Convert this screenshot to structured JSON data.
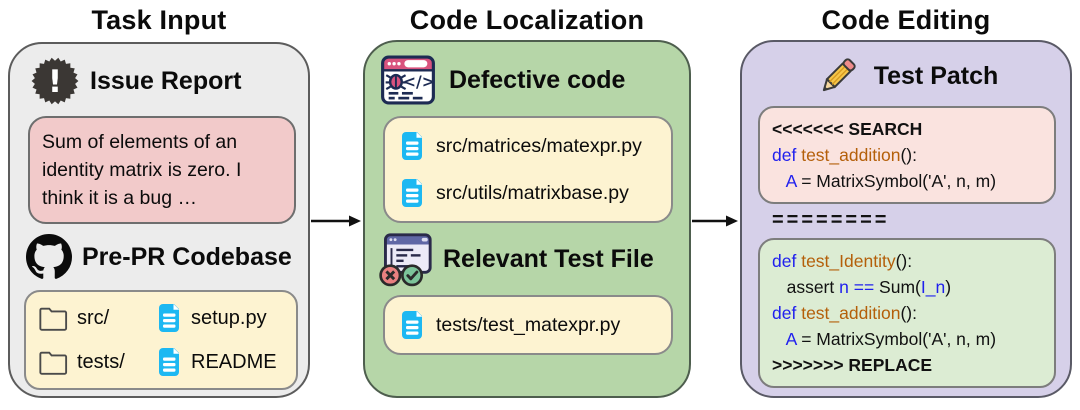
{
  "titles": {
    "col1": "Task Input",
    "col2": "Code Localization",
    "col3": "Code Editing"
  },
  "task_input": {
    "issue_heading": "Issue Report",
    "issue_text": "Sum of elements of an identity matrix is zero. I think it is a bug …",
    "codebase_heading": "Pre-PR Codebase",
    "codebase_items": [
      {
        "icon": "folder",
        "label": "src/"
      },
      {
        "icon": "file",
        "label": "setup.py"
      },
      {
        "icon": "folder",
        "label": "tests/"
      },
      {
        "icon": "file",
        "label": "README"
      }
    ]
  },
  "code_localization": {
    "defective_heading": "Defective code",
    "defective_files": [
      "src/matrices/matexpr.py",
      "src/utils/matrixbase.py"
    ],
    "test_heading": "Relevant Test File",
    "test_files": [
      "tests/test_matexpr.py"
    ]
  },
  "code_editing": {
    "patch_heading": "Test Patch",
    "separator": "========",
    "search_lines": [
      [
        {
          "c": "marker",
          "t": "<<<<<<< SEARCH"
        }
      ],
      [
        {
          "c": "kw",
          "t": "def"
        },
        {
          "c": "pl",
          "t": " "
        },
        {
          "c": "fn",
          "t": "test_addition"
        },
        {
          "c": "pl",
          "t": "():"
        }
      ],
      [
        {
          "c": "pl",
          "t": "   "
        },
        {
          "c": "kw",
          "t": "A"
        },
        {
          "c": "pl",
          "t": " = MatrixSymbol('A', n, m)"
        }
      ]
    ],
    "replace_lines": [
      [
        {
          "c": "kw",
          "t": "def"
        },
        {
          "c": "pl",
          "t": " "
        },
        {
          "c": "fn",
          "t": "test_Identity"
        },
        {
          "c": "pl",
          "t": "():"
        }
      ],
      [
        {
          "c": "pl",
          "t": "   assert "
        },
        {
          "c": "kw",
          "t": "n"
        },
        {
          "c": "pl",
          "t": " "
        },
        {
          "c": "kw",
          "t": "=="
        },
        {
          "c": "pl",
          "t": " Sum("
        },
        {
          "c": "kw",
          "t": "I_n"
        },
        {
          "c": "pl",
          "t": ")"
        }
      ],
      [
        {
          "c": "kw",
          "t": "def"
        },
        {
          "c": "pl",
          "t": " "
        },
        {
          "c": "fn",
          "t": "test_addition"
        },
        {
          "c": "pl",
          "t": "():"
        }
      ],
      [
        {
          "c": "pl",
          "t": "   "
        },
        {
          "c": "kw",
          "t": "A"
        },
        {
          "c": "pl",
          "t": " = MatrixSymbol('A', n, m)"
        }
      ],
      [
        {
          "c": "marker",
          "t": ">>>>>>> REPLACE"
        }
      ]
    ]
  },
  "colors": {
    "panel_task_bg": "#ececec",
    "panel_localization_bg": "#b6d6a8",
    "panel_editing_bg": "#d6d0e9",
    "issue_box_bg": "#f2caca",
    "yellow_box_bg": "#fdf3d1",
    "search_box_bg": "#fae3df",
    "replace_box_bg": "#dcecd3",
    "keyword_blue": "#2020ee",
    "function_orange": "#b45f09",
    "file_icon_blue": "#1db8f2",
    "bug_icon_pink": "#d9537e"
  }
}
